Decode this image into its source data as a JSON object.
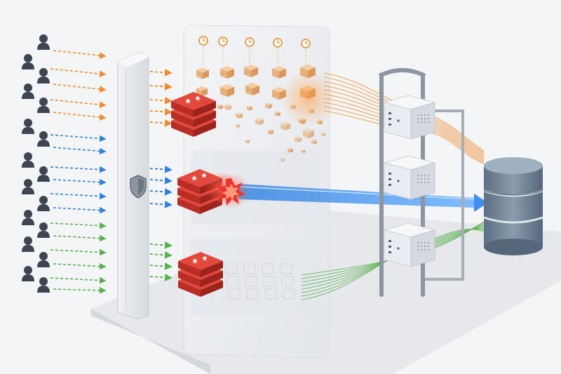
{
  "diagram": {
    "layout": "isometric-platform",
    "colors": {
      "background": "#f4f5f7",
      "platform": "#e6e8ec",
      "panel": "#eceef1",
      "users": "#3d4650",
      "orange_flow": "#f08a2c",
      "blue_flow": "#2f7fe0",
      "green_flow": "#5ab04e",
      "cache_red": "#d33a2f",
      "box_tan": "#e7b07a",
      "database": "#6f8294",
      "server": "#e9ecf0",
      "firewall": "#e4e7eb"
    },
    "icons": [
      "user-icon",
      "shield-icon",
      "clock-icon",
      "cache-stack-icon",
      "server-icon",
      "database-icon",
      "cube-icon",
      "explosion-icon"
    ],
    "scenarios": [
      {
        "id": "avalanche",
        "flow_color": "orange",
        "cache_state": "mass-expiry",
        "timers": 5
      },
      {
        "id": "breakdown",
        "flow_color": "blue",
        "cache_state": "hot-key-miss"
      },
      {
        "id": "penetration",
        "flow_color": "green",
        "cache_state": "empty"
      }
    ]
  }
}
